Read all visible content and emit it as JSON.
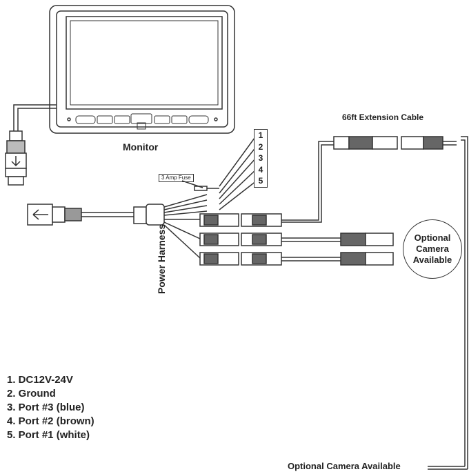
{
  "labels": {
    "monitor": "Monitor",
    "extension_cable": "66ft Extension Cable",
    "power_harness": "Power Harness",
    "fuse": "3 Amp Fuse",
    "optional_camera_bottom": "Optional Camera Available"
  },
  "pins": [
    "1",
    "2",
    "3",
    "4",
    "5"
  ],
  "optional_camera_circle": [
    "Optional",
    "Camera",
    "Available"
  ],
  "legend": [
    "1. DC12V-24V",
    "2. Ground",
    "3. Port #3 (blue)",
    "4. Port #2 (brown)",
    "5. Port #1 (white)"
  ],
  "colors": {
    "line": "#333333",
    "background": "#ffffff"
  }
}
